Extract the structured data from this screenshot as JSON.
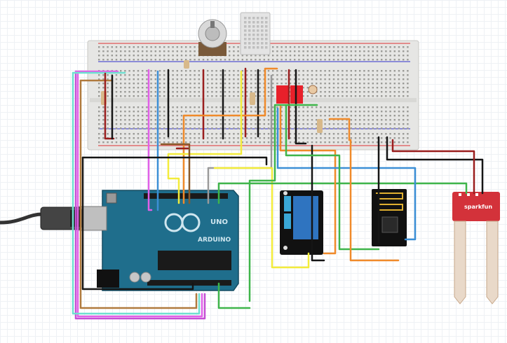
{
  "diagram": {
    "canvas_background": "#ffffff",
    "components": {
      "breadboard": {
        "kind": "breadboard-full",
        "color": "#e6e6e4"
      },
      "arduino": {
        "kind": "arduino-uno",
        "color": "#1f6e8c",
        "logo_text": "ARDUINO",
        "model_text": "UNO"
      },
      "usb_cable": {
        "kind": "usb-b-cable",
        "color": "#333333"
      },
      "relay": {
        "kind": "relay-module",
        "color": "#111111",
        "relay_color": "#2f74c0"
      },
      "wifi": {
        "kind": "esp8266-esp01",
        "color": "#111111"
      },
      "soil": {
        "kind": "sparkfun-soil-moisture",
        "color": "#d3323a",
        "brand_text": "sparkfun"
      },
      "potentiometer": {
        "kind": "rotary-potentiometer",
        "color": "#d9d9d9"
      },
      "dht": {
        "kind": "dht22-sensor",
        "color": "#e4e4e4"
      },
      "resistors": {
        "kind": "resistor"
      },
      "ldr": {
        "kind": "photoresistor"
      },
      "leds": {
        "kind": "smd-led-modules",
        "color": "#e8202a"
      }
    },
    "wire_colors": {
      "purple": "#c64fd4",
      "magenta": "#e160e8",
      "cyan": "#6fe0d0",
      "tan": "#b07a3e",
      "black": "#151515",
      "red": "#9a1e1e",
      "yellow": "#f3ec3b",
      "green": "#3fb54a",
      "blue": "#3c8fd6",
      "orange": "#f08a2a",
      "grey": "#9a9a9a",
      "brown": "#8a5a2b"
    }
  }
}
